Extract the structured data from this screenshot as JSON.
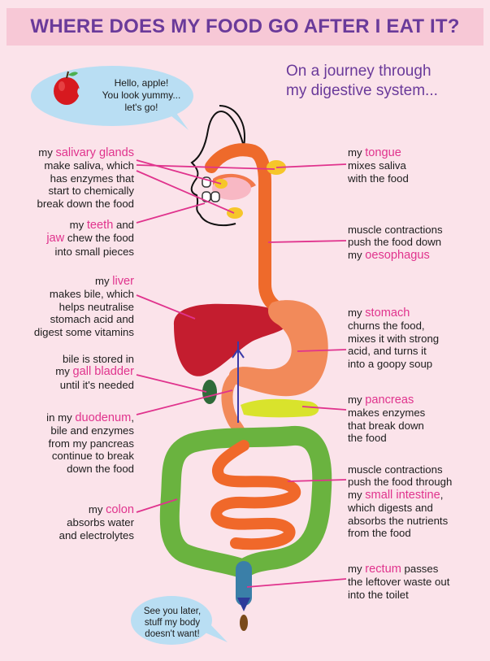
{
  "title": "WHERE DOES MY FOOD GO AFTER I EAT IT?",
  "subtitle": [
    "On a journey through",
    "my digestive system..."
  ],
  "bubbles": {
    "apple": [
      "Hello, apple!",
      "You look yummy...",
      "let's go!"
    ],
    "goodbye": [
      "See you later,",
      "stuff my body",
      "doesn't want!"
    ]
  },
  "labels": {
    "salivary": {
      "pre": "my ",
      "hl": "salivary glands",
      "lines": [
        "make saliva, which",
        "has enzymes that",
        "start to chemically",
        "break down the food"
      ]
    },
    "teeth": {
      "pre": "my ",
      "hl": "teeth",
      "post": " and",
      "hl2": "jaw",
      "post2": " chew the food",
      "lines": [
        "into small pieces"
      ]
    },
    "liver": {
      "pre": "my ",
      "hl": "liver",
      "lines": [
        "makes bile, which",
        "helps neutralise",
        "stomach acid and",
        "digest some vitamins"
      ]
    },
    "gall": {
      "line1": "bile is stored in",
      "pre": "my ",
      "hl": "gall bladder",
      "lines": [
        "until it's needed"
      ]
    },
    "duodenum": {
      "pre": "in my ",
      "hl": "duodenum",
      "post": ",",
      "lines": [
        "bile and enzymes",
        "from my pancreas",
        "continue to break",
        "down the food"
      ]
    },
    "colon": {
      "pre": "my ",
      "hl": "colon",
      "lines": [
        "absorbs water",
        "and electrolytes"
      ]
    },
    "tongue": {
      "pre": "my ",
      "hl": "tongue",
      "lines": [
        "mixes saliva",
        "with the food"
      ]
    },
    "oesophagus": {
      "lines": [
        "muscle contractions",
        "push the food down"
      ],
      "pre": "my ",
      "hl": "oesophagus"
    },
    "stomach": {
      "pre": "my ",
      "hl": "stomach",
      "lines": [
        "churns the food,",
        "mixes it with strong",
        "acid, and turns it",
        "into a goopy soup"
      ]
    },
    "pancreas": {
      "pre": "my ",
      "hl": "pancreas",
      "lines": [
        "makes enzymes",
        "that break down",
        "the food"
      ]
    },
    "intestine": {
      "lines": [
        "muscle contractions",
        "push the food through"
      ],
      "pre": "my ",
      "hl": "small intestine",
      "post": ",",
      "lines2": [
        "which digests and",
        "absorbs the nutrients",
        "from the food"
      ]
    },
    "rectum": {
      "pre": "my ",
      "hl": "rectum",
      "post": " passes",
      "lines": [
        "the leftover waste out",
        "into the toilet"
      ]
    }
  },
  "colors": {
    "title": "#6a3a9a",
    "highlight": "#e0338d",
    "bubble": "#b9def3",
    "background": "#fbe3ea",
    "title_bar": "#f7c8d6"
  }
}
